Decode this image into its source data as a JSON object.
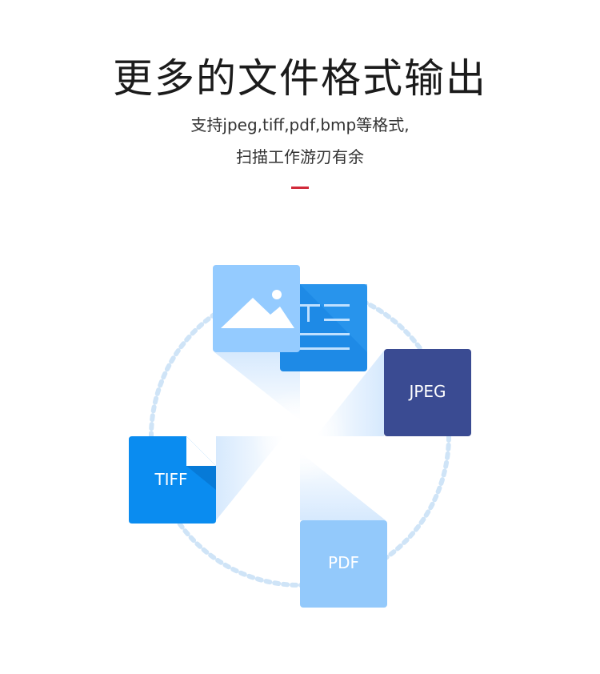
{
  "header": {
    "title": "更多的文件格式输出",
    "subtitle_line1": "支持jpeg,tiff,pdf,bmp等格式,",
    "subtitle_line2": "扫描工作游刃有余"
  },
  "formats": {
    "jpeg": "JPEG",
    "tiff": "TIFF",
    "pdf": "PDF"
  },
  "icons": {
    "image": "image-icon",
    "text_document": "text-document-icon"
  },
  "colors": {
    "accent_red": "#d12a3a",
    "jpeg_tile": "#3a4b92",
    "tiff_tile": "#0a8cf0",
    "pdf_tile": "#93c9fb",
    "image_tile": "#94cbff",
    "doc_tile": "#1e8ae6",
    "dashed_ring": "#cfe4f7"
  }
}
